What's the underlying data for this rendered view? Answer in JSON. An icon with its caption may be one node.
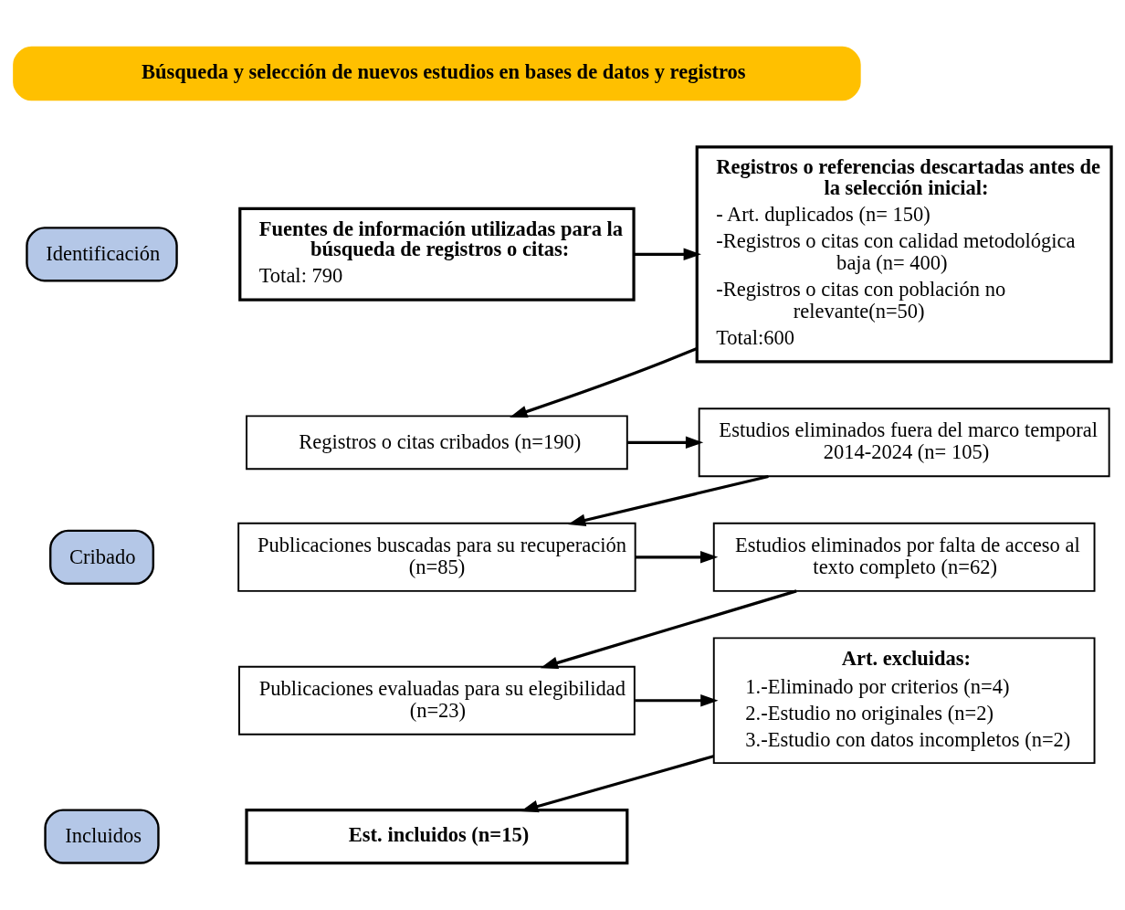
{
  "diagram": {
    "nodes": [
      {
        "text": [
          "Búsqueda y selección de nuevos estudios en bases de datos y registros"
        ]
      },
      {
        "text": [
          "Identificación"
        ]
      },
      {
        "text": [
          "Cribado"
        ]
      },
      {
        "text": [
          "Incluidos"
        ]
      },
      {
        "text": [
          "Fuentes de información utilizadas para la búsqueda de registros o citas:",
          "Total: 790"
        ]
      },
      {
        "text": [
          "Registros o referencias descartadas antes de la selección inicial:",
          "- Art. duplicados (n= 150)",
          "-Registros o citas con calidad metodológica baja (n= 400)",
          "-Registros o citas con población no relevante(n=50)",
          "Total:600"
        ]
      },
      {
        "text": [
          "Registros o citas cribados (n=190)"
        ]
      },
      {
        "text": [
          "Estudios eliminados fuera del marco temporal 2014-2024 (n= 105)"
        ]
      },
      {
        "text": [
          "Publicaciones buscadas para su recuperación (n=85)"
        ]
      },
      {
        "text": [
          "Estudios eliminados por falta de acceso al texto completo (n=62)"
        ]
      },
      {
        "text": [
          "Publicaciones evaluadas para su elegibilidad (n=23)"
        ]
      },
      {
        "text": [
          "Art. excluidas:",
          "1.-Eliminado por criterios (n=4)",
          "2.-Estudio no originales (n=2)",
          "3.-Estudio con datos incompletos (n=2)"
        ]
      },
      {
        "text": [
          "Est. incluidos (n=15)"
        ]
      }
    ],
    "edges": [
      {
        "from": 4,
        "to": 5,
        "arrow": "to"
      },
      {
        "from": 5,
        "to": 6,
        "arrow": "to"
      },
      {
        "from": 6,
        "to": 7,
        "arrow": "to"
      },
      {
        "from": 7,
        "to": 8,
        "arrow": "to"
      },
      {
        "from": 8,
        "to": 9,
        "arrow": "to"
      },
      {
        "from": 9,
        "to": 10,
        "arrow": "to"
      },
      {
        "from": 10,
        "to": 11,
        "arrow": "to"
      },
      {
        "from": 11,
        "to": 12,
        "arrow": "to"
      }
    ]
  }
}
